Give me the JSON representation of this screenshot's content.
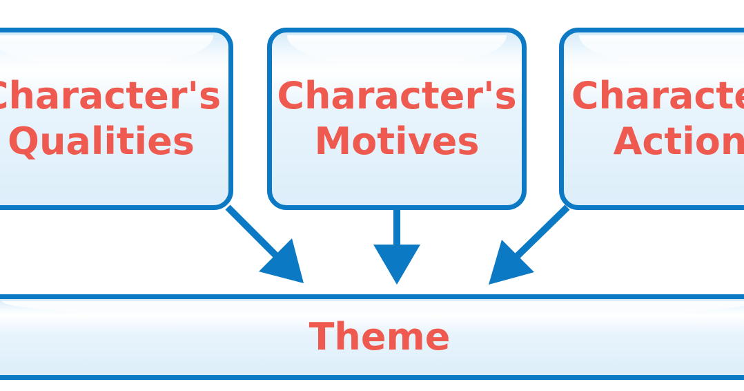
{
  "diagram": {
    "boxes": {
      "qualities": {
        "line1": "Character's",
        "line2": "Qualities"
      },
      "motives": {
        "line1": "Character's",
        "line2": "Motives"
      },
      "actions": {
        "line1": "Character's",
        "line2": "Actions"
      },
      "theme": {
        "label": "Theme"
      }
    },
    "colors": {
      "border": "#0b79c4",
      "text": "#ef5a50",
      "fill": "#e3f1fb"
    }
  }
}
